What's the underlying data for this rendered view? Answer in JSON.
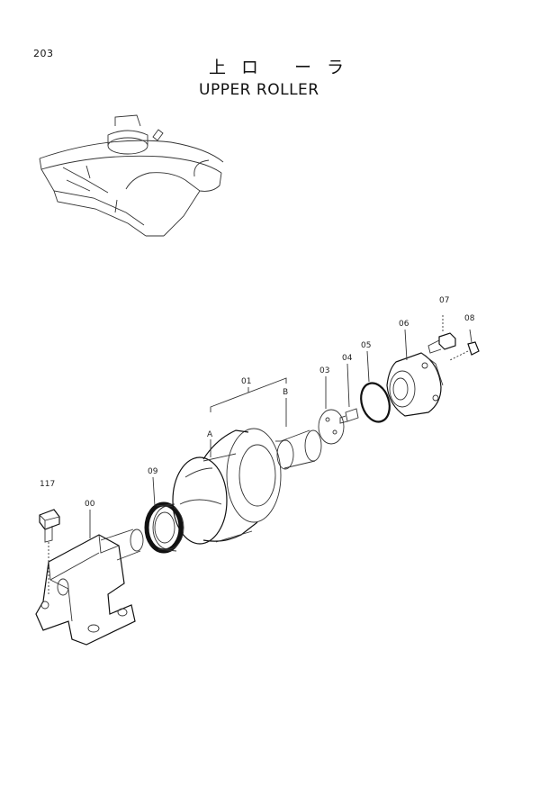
{
  "page": {
    "number": "203",
    "title_jp": "上ロ ーラ",
    "title_en": "UPPER ROLLER"
  },
  "callouts": {
    "p01": "01",
    "A": "A",
    "B": "B",
    "p03": "03",
    "p04": "04",
    "p05": "05",
    "p06": "06",
    "p07": "07",
    "p08": "08",
    "p09": "09",
    "p00": "00",
    "p117": "117"
  }
}
